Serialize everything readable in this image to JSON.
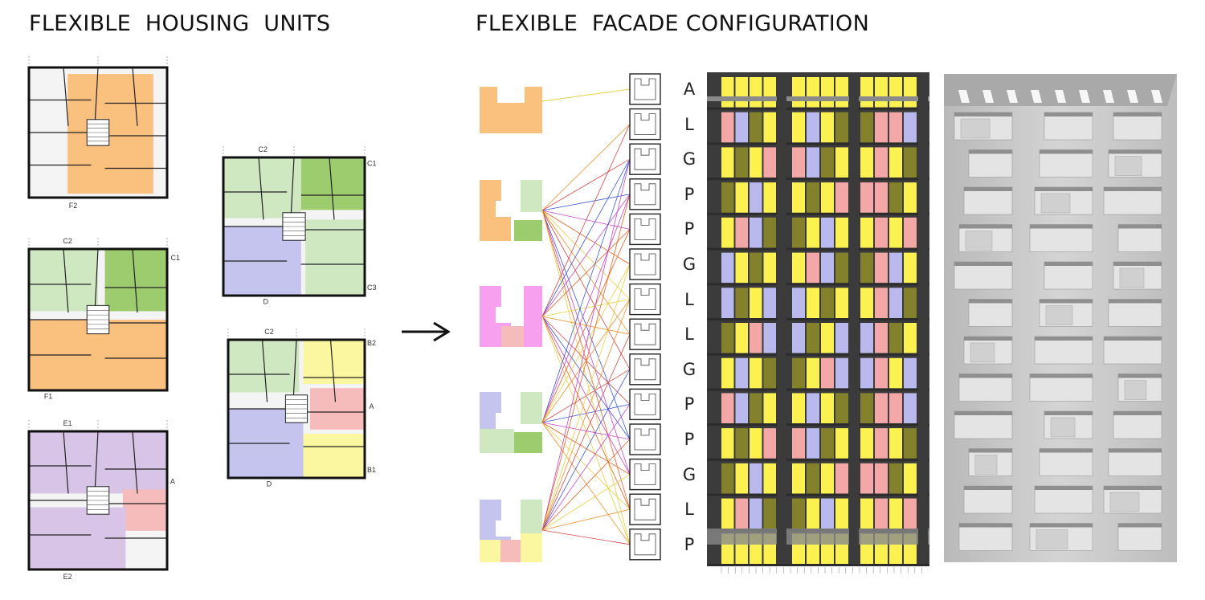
{
  "titles": {
    "left": "FLEXIBLE  HOUSING  UNITS",
    "right": "FLEXIBLE  FACADE CONFIGURATION"
  },
  "colors": {
    "orange": "#f9c07e",
    "light_green": "#cfe8c2",
    "dark_green": "#9ccc6e",
    "lavender": "#c4c4ee",
    "purple": "#d7c4e6",
    "pink": "#f7a0f0",
    "salmon": "#f6bcbc",
    "yellow": "#fbf7a0",
    "facade_yellow": "#fbf251",
    "facade_olive": "#84812c",
    "facade_blue": "#b9b9ee",
    "facade_pink": "#f3a7a7",
    "facade_frame": "#3b3b3b"
  },
  "floor_plans": [
    {
      "id": "plan-1",
      "labels": [
        "F2"
      ],
      "units": [
        "orange"
      ]
    },
    {
      "id": "plan-2",
      "labels": [
        "C2",
        "C1",
        "F1"
      ],
      "units": [
        "light_green",
        "dark_green",
        "orange"
      ]
    },
    {
      "id": "plan-3",
      "labels": [
        "E1",
        "A",
        "E2"
      ],
      "units": [
        "purple",
        "salmon",
        "purple"
      ]
    },
    {
      "id": "plan-4",
      "labels": [
        "C2",
        "C1",
        "D",
        "C3"
      ],
      "units": [
        "light_green",
        "dark_green",
        "lavender",
        "light_green"
      ]
    },
    {
      "id": "plan-5",
      "labels": [
        "C2",
        "B2",
        "A",
        "D",
        "B1"
      ],
      "units": [
        "light_green",
        "yellow",
        "salmon",
        "lavender",
        "yellow"
      ]
    }
  ],
  "arrow": {
    "icon": "right-arrow-icon"
  },
  "unit_combinations": [
    {
      "id": "combo-1",
      "colors": [
        "orange"
      ]
    },
    {
      "id": "combo-2",
      "colors": [
        "orange",
        "light_green",
        "dark_green"
      ]
    },
    {
      "id": "combo-3",
      "colors": [
        "pink",
        "salmon",
        "pink"
      ]
    },
    {
      "id": "combo-4",
      "colors": [
        "lavender",
        "light_green",
        "dark_green"
      ]
    },
    {
      "id": "combo-5",
      "colors": [
        "lavender",
        "yellow",
        "salmon",
        "yellow",
        "light_green"
      ]
    }
  ],
  "floor_types": [
    "A",
    "L",
    "G",
    "P",
    "P",
    "G",
    "L",
    "L",
    "G",
    "P",
    "P",
    "G",
    "L",
    "P"
  ]
}
